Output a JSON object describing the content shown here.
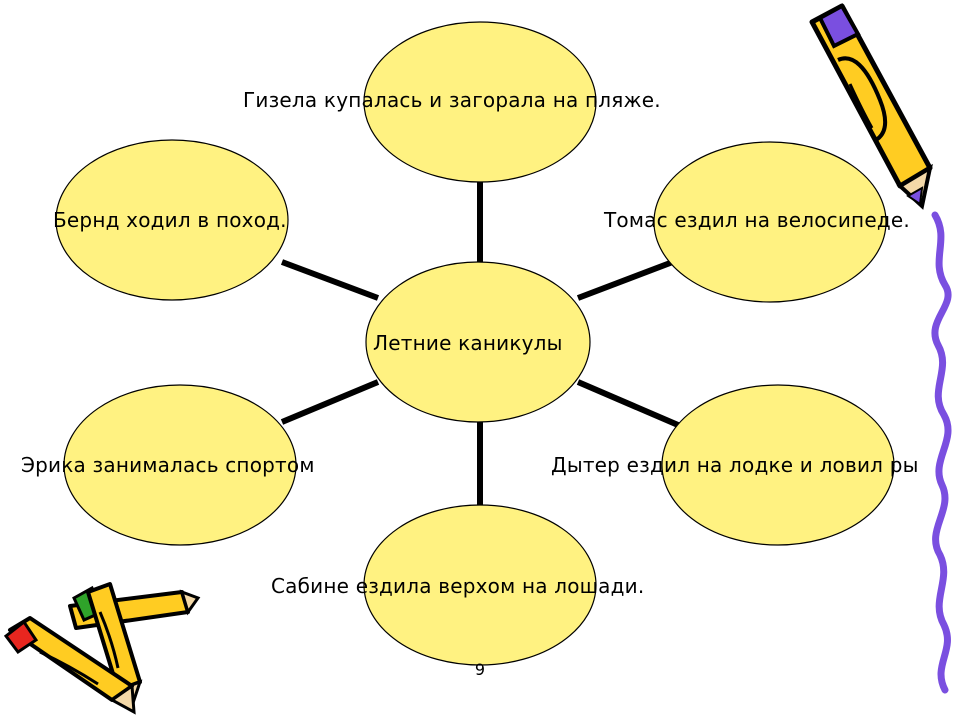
{
  "colors": {
    "ellipse_fill": "#fff281",
    "ellipse_stroke": "#000000",
    "connector": "#000000",
    "pencil_yellow": "#ffcc22",
    "pencil_purple": "#7a4fe0",
    "pencil_red": "#e8261f",
    "pencil_green": "#2fa32a"
  },
  "diagram": {
    "center": {
      "label": "Летние каникулы"
    },
    "nodes": [
      {
        "id": "top",
        "label": "Гизела купалась и загорала на пляже."
      },
      {
        "id": "upper-right",
        "label": "Томас ездил на велосипеде."
      },
      {
        "id": "lower-right",
        "label": "Дытер ездил на лодке и ловил ры"
      },
      {
        "id": "bottom",
        "label": "Сабине ездила верхом на лошади."
      },
      {
        "id": "lower-left",
        "label": "Эрика занималась спортом"
      },
      {
        "id": "upper-left",
        "label": "Бернд ходил в поход."
      }
    ]
  },
  "decorations": {
    "top_right": "pencil-icon",
    "right_edge": "squiggle-line",
    "bottom_left": "crossed-pencils-icon"
  },
  "footer": {
    "page_number": "9"
  }
}
